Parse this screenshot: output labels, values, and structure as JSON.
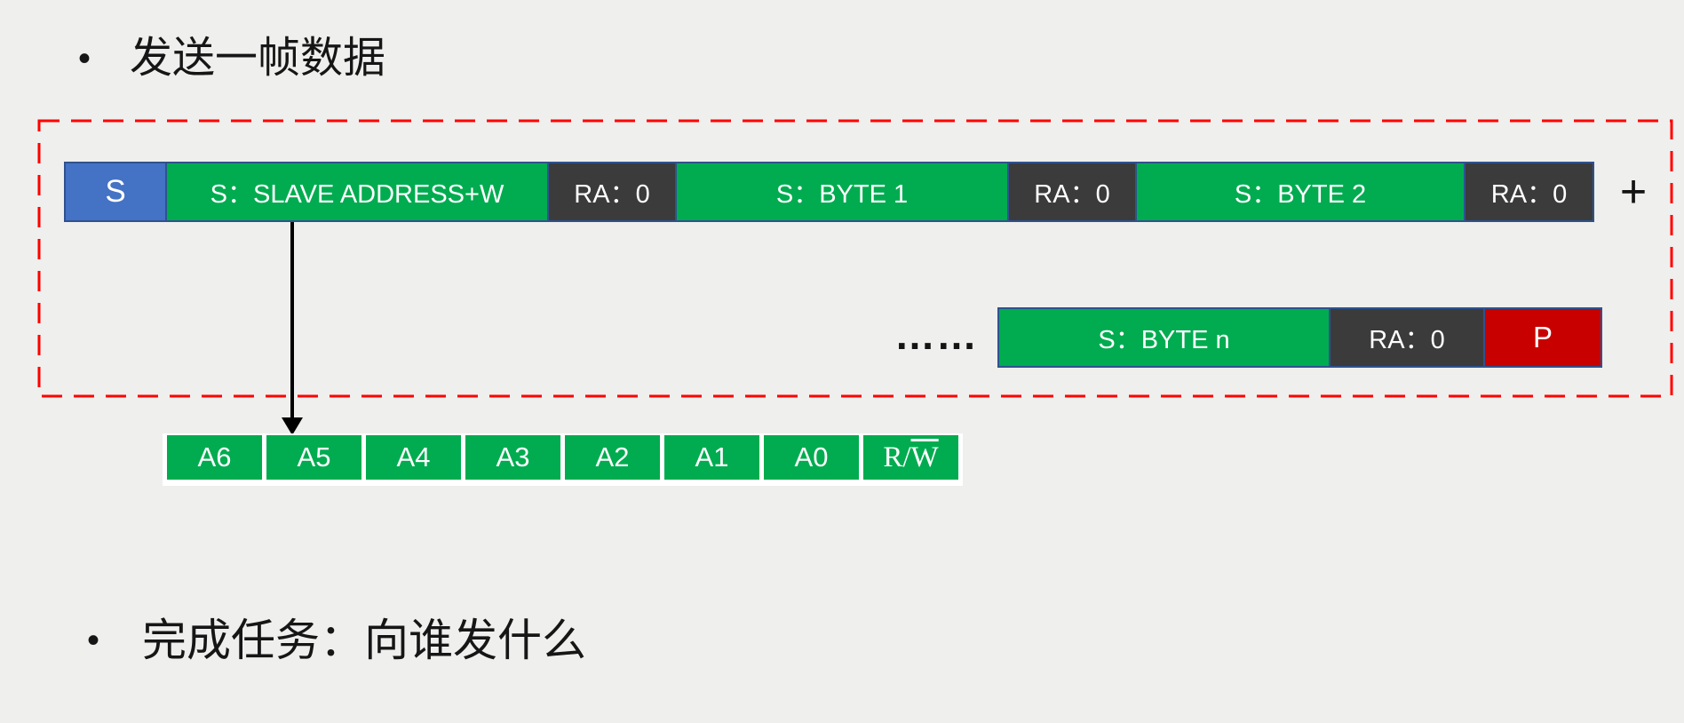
{
  "slide": {
    "bullet_char": "•",
    "title": "发送一帧数据",
    "task": "完成任务：向谁发什么"
  },
  "diagram": {
    "row1": [
      "S",
      "S：SLAVE ADDRESS+W",
      "RA：0",
      "S：BYTE 1",
      "RA：0",
      "S：BYTE 2",
      "RA：0"
    ],
    "plus_sign": "+",
    "ellipsis": "……",
    "row2": [
      "S：BYTE n",
      "RA：0",
      "P"
    ],
    "address_bits": [
      "A6",
      "A5",
      "A4",
      "A3",
      "A2",
      "A1",
      "A0"
    ],
    "rw_bit": {
      "prefix": "R/",
      "letter": "W"
    },
    "colors": {
      "background": "#EFEFED",
      "start_block": "#4472C4",
      "data_block": "#00AC4F",
      "ack_block": "#3B3B3B",
      "stop_block": "#C80000",
      "block_border": "#2F528F",
      "dashed_boundary": "#FF0000",
      "block_text": "#FFFFFF",
      "body_text": "#161616"
    }
  }
}
